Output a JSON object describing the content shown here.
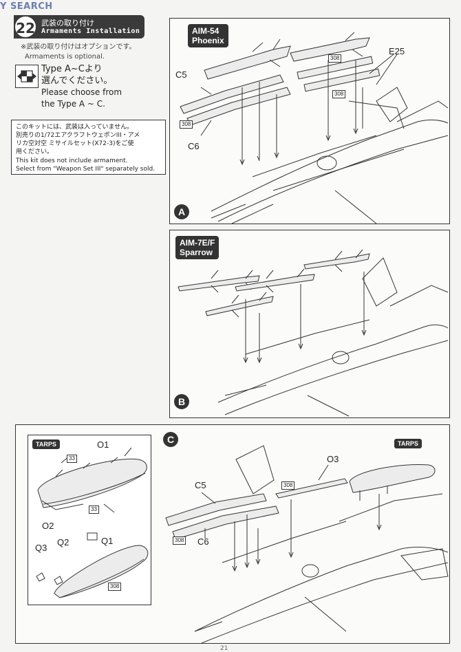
{
  "watermark": {
    "part1": "",
    "part2": "Y SEARCH"
  },
  "step": {
    "number": "22",
    "title_jp": "武装の取り付け",
    "title_en": "Armaments Installation",
    "optional_jp": "※武装の取り付けはオプションです。",
    "optional_en": "Armaments is optional.",
    "type_jp_1": "Type A~Cより",
    "type_jp_2": "選んでください。",
    "type_en_1": "Please choose from",
    "type_en_2": "the Type A ~ C."
  },
  "caution": {
    "jp_1": "このキットには、武装は入っていません。",
    "jp_2": "別売りの1/72エアクラフトウェポンIII・アメ",
    "jp_3": "リカ空対空 ミサイルセット(X72-3)をご使",
    "jp_4": "用ください。",
    "en_1": "This kit does not include armament.",
    "en_2": "Select from \"Weapon Set III\" separately sold."
  },
  "panel_a": {
    "letter": "A",
    "tag_line1": "AIM-54",
    "tag_line2": "Phoenix",
    "labels": {
      "c5": "C5",
      "c6": "C6",
      "e25": "E25"
    },
    "part_no": "308"
  },
  "panel_b": {
    "letter": "B",
    "tag_line1": "AIM-7E/F",
    "tag_line2": "Sparrow"
  },
  "panel_c": {
    "letter": "C",
    "tag": "TARPS",
    "labels": {
      "c5": "C5",
      "c6": "C6",
      "o3": "O3"
    },
    "part_no": "308",
    "inset": {
      "tag": "TARPS",
      "labels": {
        "o1": "O1",
        "o2": "O2",
        "q1": "Q1",
        "q2": "Q2",
        "q3": "Q3"
      },
      "part_no_33": "33",
      "part_no_308": "308"
    }
  },
  "page_number": "21",
  "colors": {
    "dark": "#333333",
    "panel_bg": "#fbfbfa",
    "page_bg": "#f4f4f2"
  }
}
